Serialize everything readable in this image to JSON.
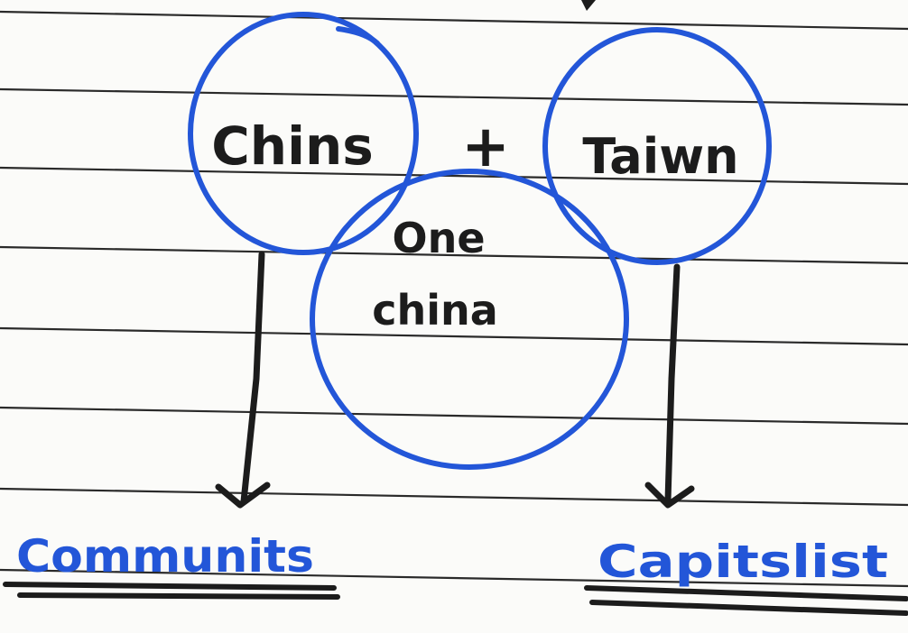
{
  "colors": {
    "paper": "#fbfbf9",
    "rule_line": "#2a2a2a",
    "pen_blue": "#2356d8",
    "pen_black": "#1c1c1c"
  },
  "nodes": {
    "china": "Chins",
    "plus": "+",
    "taiwan": "Taiwn",
    "one_china_line1": "One",
    "one_china_line2": "china"
  },
  "outcomes": {
    "left": "Communits",
    "right": "Capitslist"
  }
}
